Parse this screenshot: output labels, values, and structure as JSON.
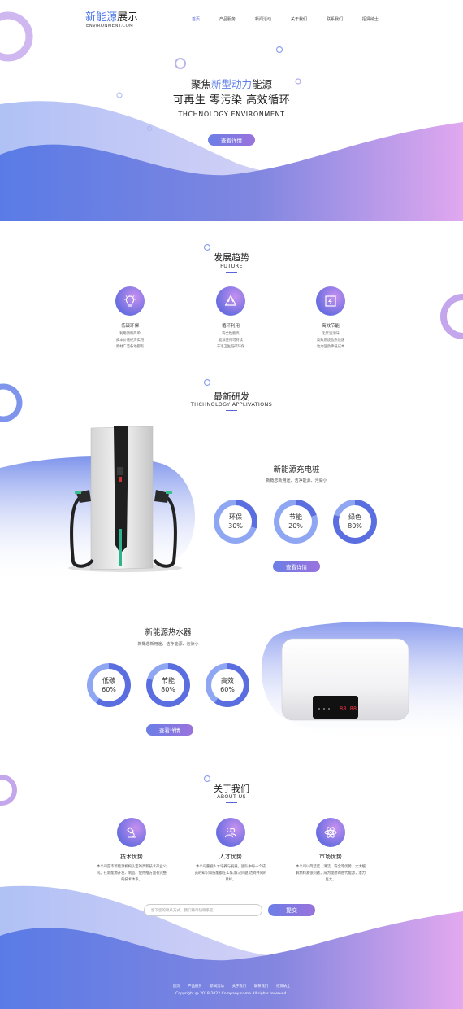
{
  "header": {
    "logo_part1": "新能源",
    "logo_part2": "展示",
    "logo_en": "ENVIRONMENT.COM",
    "nav": [
      "首页",
      "产品服务",
      "新闻活动",
      "关于我们",
      "联系我们",
      "招贤纳士"
    ]
  },
  "hero": {
    "line1_a": "聚焦",
    "line1_b": "新型动力",
    "line1_c": "能源",
    "line2": "可再生 零污染 高效循环",
    "line3": "THCHNOLOGY ENVIRONMENT",
    "button": "查看详情"
  },
  "future": {
    "title": "发展趋势",
    "subtitle": "FUTURE",
    "items": [
      {
        "icon": "bulb-icon",
        "name": "低碳环保",
        "desc": [
          "利用原料简单",
          "成本价低经济实用",
          "原材广泛各地都有"
        ]
      },
      {
        "icon": "recycle-icon",
        "name": "循环利用",
        "desc": [
          "安全性能高",
          "能源使用可持续",
          "干净卫生低碳环保"
        ]
      },
      {
        "icon": "energy-icon",
        "name": "高效节能",
        "desc": [
          "无废渣无味",
          "高效燃烧放热快速",
          "动力强劲降低成本"
        ]
      }
    ]
  },
  "research": {
    "title": "最新研发",
    "subtitle": "THCHNOLOGY APPLIVATIONS"
  },
  "charger": {
    "title": "新能源充电桩",
    "subtitle": "新概念新用途、洁净能源、污染小",
    "rings": [
      {
        "label": "环保",
        "value": "30%",
        "pct": 30
      },
      {
        "label": "节能",
        "value": "20%",
        "pct": 20
      },
      {
        "label": "绿色",
        "value": "80%",
        "pct": 80
      }
    ],
    "button": "查看详情"
  },
  "heater": {
    "title": "新能源热水器",
    "subtitle": "新概念新用途、洁净能源、污染小",
    "rings": [
      {
        "label": "低碳",
        "value": "60%",
        "pct": 60
      },
      {
        "label": "节能",
        "value": "80%",
        "pct": 80
      },
      {
        "label": "高效",
        "value": "60%",
        "pct": 60
      }
    ],
    "display": "88:88",
    "button": "查看详情"
  },
  "about": {
    "title": "关于我们",
    "subtitle": "ABOUT US",
    "items": [
      {
        "icon": "microscope-icon",
        "name": "技术优势",
        "desc": [
          "本公司是市新能源机构认定的高新技术产业公",
          "司。在新能源开发、制造、使用推方面有完整",
          "的技术体系。"
        ]
      },
      {
        "icon": "team-icon",
        "name": "人才优势",
        "desc": [
          "本公司重视人才培养与发展。团队中每一个成",
          "员的知识和技能都在工作,解决问题,达到共同的",
          "目标。"
        ]
      },
      {
        "icon": "atom-icon",
        "name": "市场优势",
        "desc": [
          "本公司以简洁度、清洁、安全等优势、大大缓",
          "解燃料紧张问题，成为理想的替代能源，潜力",
          "巨大。"
        ]
      }
    ]
  },
  "contact": {
    "placeholder": "留下您的联系方式，我们将尽快联系您",
    "submit": "提交"
  },
  "footer": {
    "nav": [
      "首页",
      "产品服务",
      "新闻活动",
      "关于我们",
      "联系我们",
      "招贤纳士"
    ],
    "copyright": "Copyright @ 2018-2022 Company name All rights reserved."
  },
  "colors": {
    "accent": "#5b63d9",
    "gradient_start": "#5a78e4",
    "gradient_end": "#d6a0ec"
  }
}
